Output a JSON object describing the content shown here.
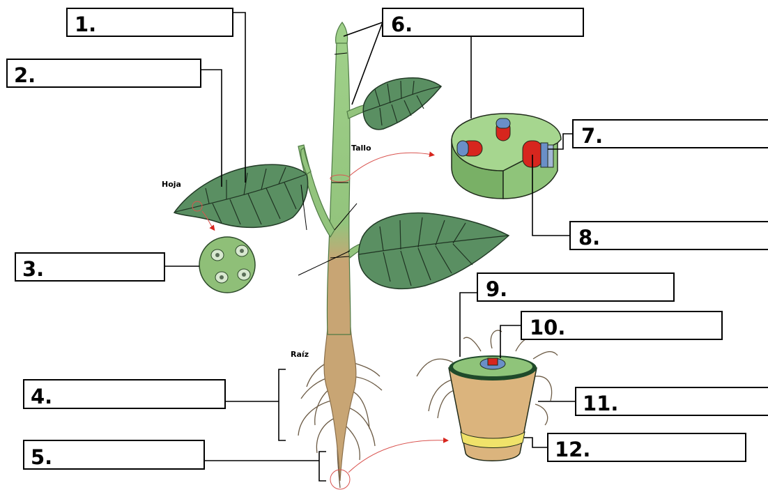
{
  "labels": [
    {
      "id": "1",
      "text": "1."
    },
    {
      "id": "2",
      "text": "2."
    },
    {
      "id": "3",
      "text": "3."
    },
    {
      "id": "4",
      "text": "4."
    },
    {
      "id": "5",
      "text": "5."
    },
    {
      "id": "6",
      "text": "6."
    },
    {
      "id": "7",
      "text": "7."
    },
    {
      "id": "8",
      "text": "8."
    },
    {
      "id": "9",
      "text": "9."
    },
    {
      "id": "10",
      "text": "10."
    },
    {
      "id": "11",
      "text": "11."
    },
    {
      "id": "12",
      "text": "12."
    }
  ],
  "captions": {
    "leaf": "Hoja",
    "stem": "Tallo",
    "root": "Raíz"
  },
  "colors": {
    "leaf": "#5a8f62",
    "stem": "#93c47d",
    "root": "#c8a574",
    "xylem": "#6a8fc7",
    "phloem": "#d7261e",
    "band": "#f0e26a",
    "arrow": "#d9534f"
  }
}
